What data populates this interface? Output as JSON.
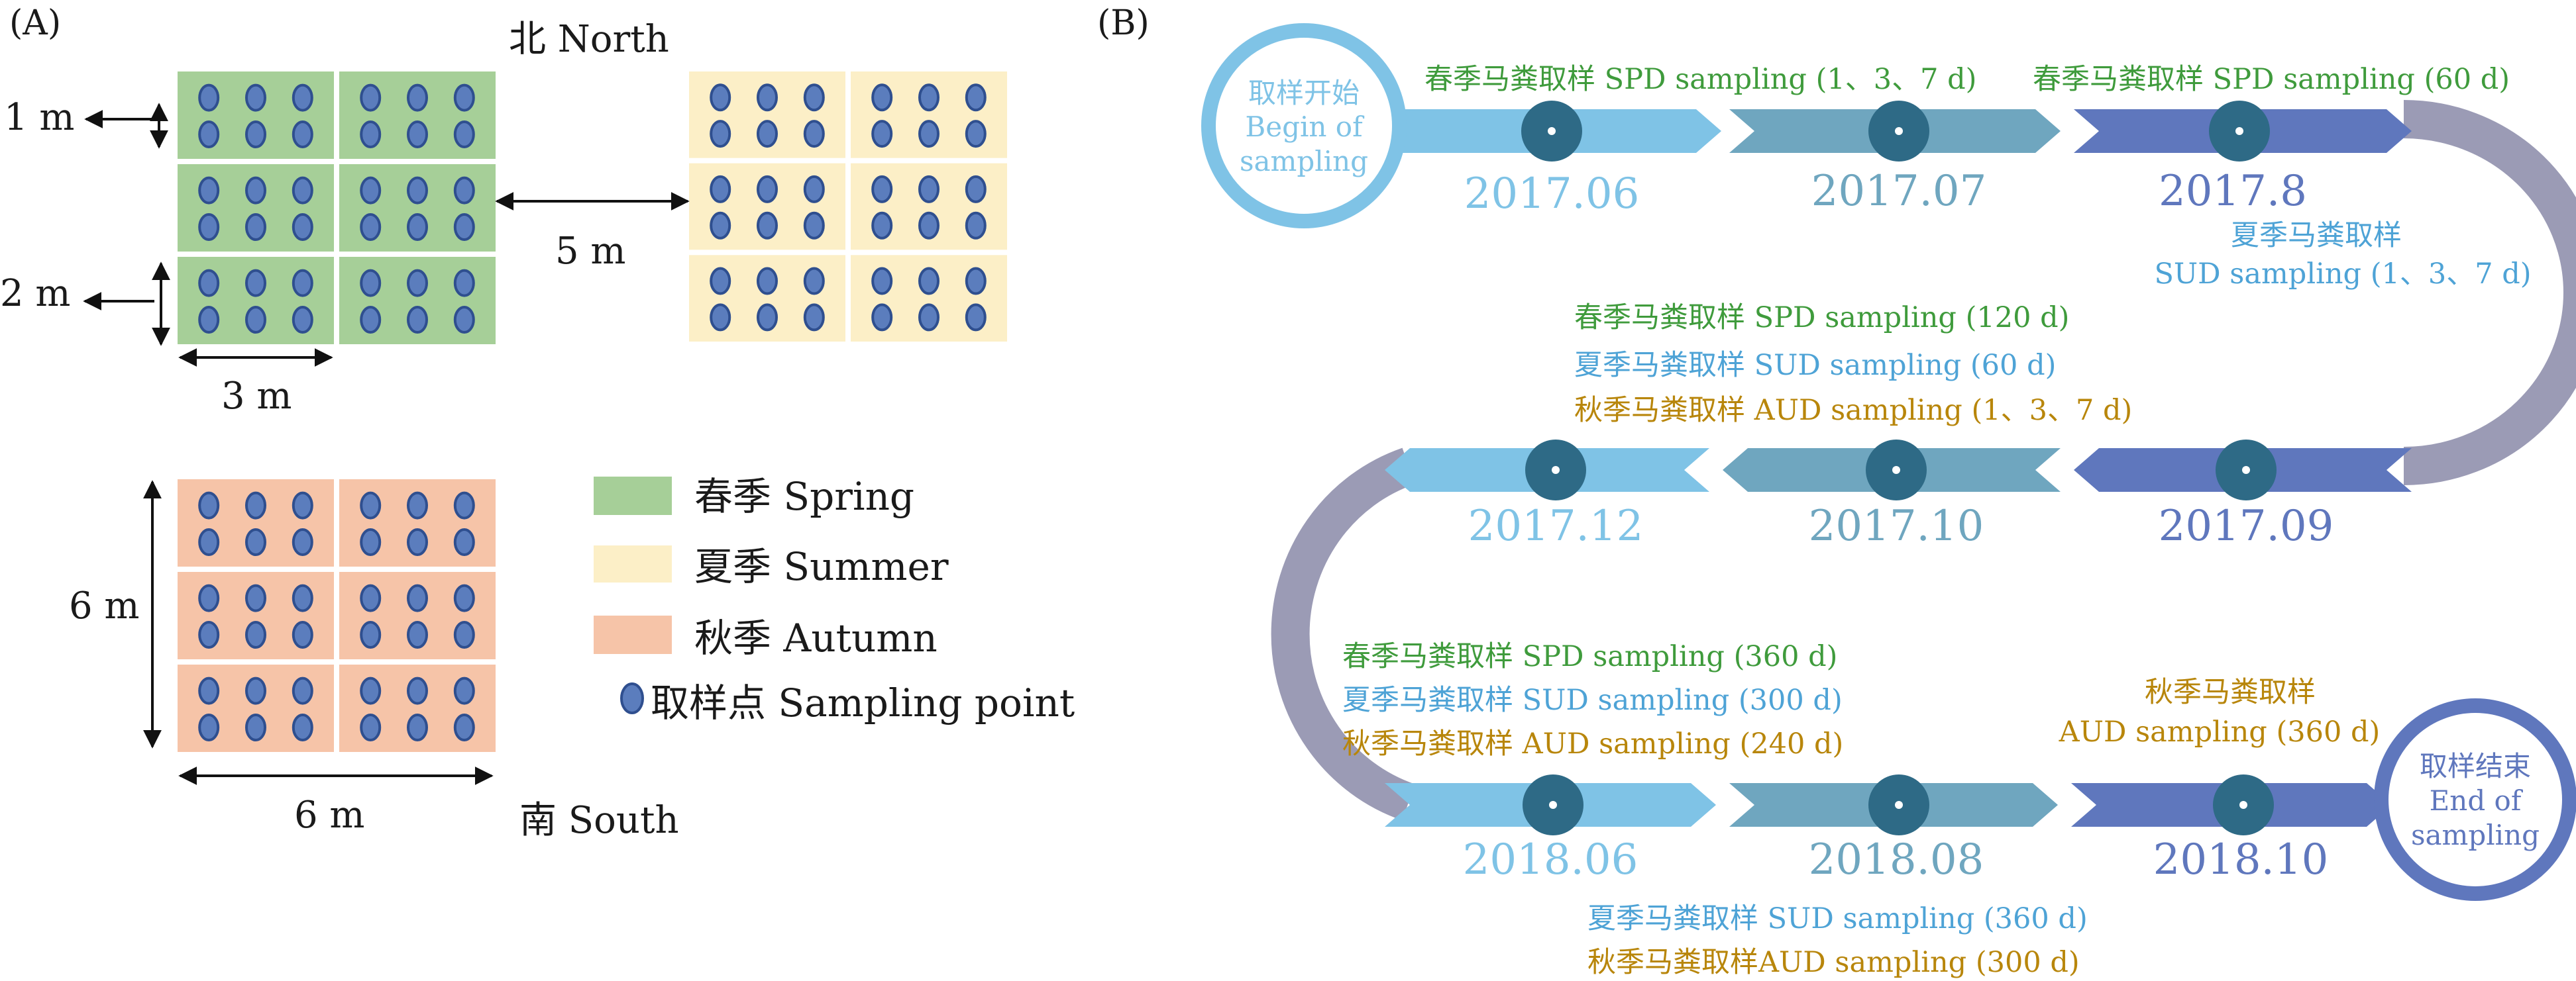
{
  "panel_a": {
    "label": "(A)",
    "north": "北 North",
    "south": "南 South",
    "dim_1m": "1 m",
    "dim_2m": "2 m",
    "dim_3m": "3 m",
    "dim_5m": "5 m",
    "dim_6m_v": "6 m",
    "dim_6m_h": "6 m",
    "legend": [
      {
        "text": "春季 Spring",
        "color": "#a6cf98"
      },
      {
        "text": "夏季 Summer",
        "color": "#fcefc7"
      },
      {
        "text": "秋季 Autumn",
        "color": "#f6c4a8"
      },
      {
        "text": "取样点 Sampling point",
        "color": "#5b7dbd"
      }
    ],
    "colors": {
      "spring": "#a6cf98",
      "summer": "#fcefc7",
      "autumn": "#f6c4a8",
      "point_fill": "#5b7dbd",
      "point_edge": "#2f4f8f"
    }
  },
  "panel_b": {
    "label": "(B)",
    "start": {
      "line1": "取样开始",
      "line2": "Begin of",
      "line3": "sampling"
    },
    "end": {
      "line1": "取样结束",
      "line2": "End of",
      "line3": "sampling"
    },
    "row1": {
      "dates": [
        "2017.06",
        "2017.07",
        "2017.8"
      ],
      "label_a": "春季马粪取样 SPD sampling (1、3、7 d)",
      "label_b": "春季马粪取样 SPD sampling (60 d)",
      "label_c1": "夏季马粪取样",
      "label_c2": "SUD sampling (1、3、7 d)"
    },
    "row2": {
      "dates": [
        "2017.12",
        "2017.10",
        "2017.09"
      ],
      "label_1": "春季马粪取样 SPD sampling (120 d)",
      "label_2": "夏季马粪取样 SUD sampling (60 d)",
      "label_3": "秋季马粪取样 AUD sampling (1、3、7 d)"
    },
    "row3": {
      "dates": [
        "2018.06",
        "2018.08",
        "2018.10"
      ],
      "label_1": "春季马粪取样 SPD sampling (360 d)",
      "label_2": "夏季马粪取样 SUD sampling (300 d)",
      "label_3": "秋季马粪取样 AUD sampling (240 d)",
      "label_r1": "秋季马粪取样",
      "label_r2": "AUD sampling (360 d)",
      "label_b1": "夏季马粪取样 SUD sampling (360 d)",
      "label_b2": "秋季马粪取样AUD sampling (300 d)"
    },
    "colors": {
      "light_blue": "#7fc3e6",
      "teal": "#6fa6bf",
      "dark_blue": "#5f77bd",
      "gray_curve": "#9b9bb5",
      "dot": "#2e6a86",
      "start_circle": "#7fc3e6",
      "end_circle": "#5f77bd",
      "date_light": "#7fc3e6",
      "date_teal": "#6fa6bf",
      "date_dark": "#5f77bd",
      "green_text": "#3f9b3c",
      "blue_text": "#4ea3d6",
      "gold_text": "#b8860b"
    }
  }
}
